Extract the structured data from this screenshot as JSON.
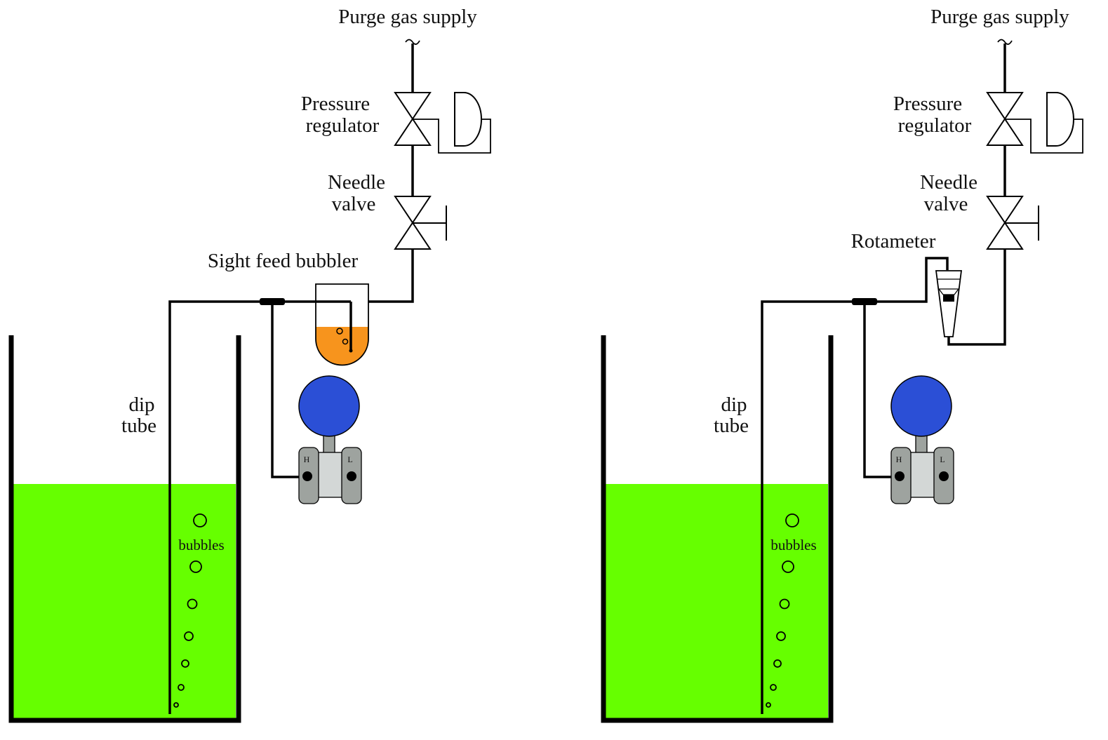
{
  "colors": {
    "liquid": "#66ff00",
    "bubbler_liquid": "#f7941d",
    "transmitter_head": "#2b4fd6",
    "transmitter_body": "#d3d7d6",
    "transmitter_flange": "#9ea39f",
    "line": "#000000"
  },
  "left": {
    "purge_gas_supply": "Purge gas supply",
    "pressure_regulator_line1": "Pressure",
    "pressure_regulator_line2": "regulator",
    "needle_valve_line1": "Needle",
    "needle_valve_line2": "valve",
    "sight_feed_bubbler": "Sight feed bubbler",
    "dip_tube_line1": "dip",
    "dip_tube_line2": "tube",
    "bubbles": "bubbles",
    "port_high": "H",
    "port_low": "L"
  },
  "right": {
    "purge_gas_supply": "Purge gas supply",
    "pressure_regulator_line1": "Pressure",
    "pressure_regulator_line2": "regulator",
    "needle_valve_line1": "Needle",
    "needle_valve_line2": "valve",
    "rotameter": "Rotameter",
    "dip_tube_line1": "dip",
    "dip_tube_line2": "tube",
    "bubbles": "bubbles",
    "port_high": "H",
    "port_low": "L"
  }
}
